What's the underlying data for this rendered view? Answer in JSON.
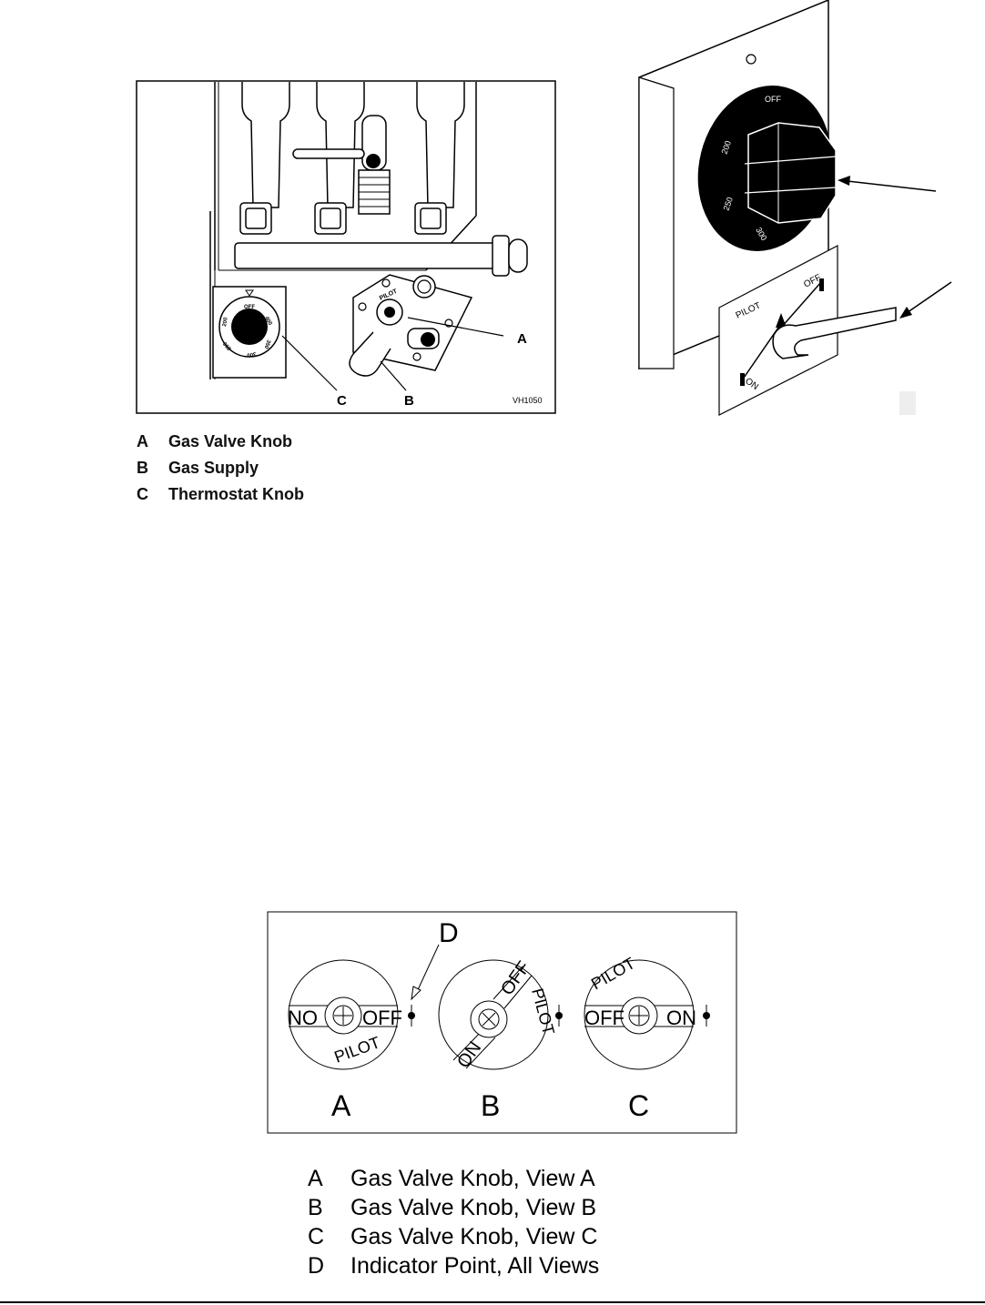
{
  "fig1": {
    "code": "VH1050",
    "callouts": {
      "a": "A",
      "b": "B",
      "c": "C"
    },
    "dial_labels": [
      "OFF",
      "400",
      "350",
      "300",
      "250",
      "200"
    ],
    "valve_label": "PILOT"
  },
  "fig2": {
    "dial_labels": [
      "OFF",
      "200",
      "250",
      "300"
    ],
    "lever_labels": {
      "pilot": "PILOT",
      "off": "OFF",
      "on": "ON"
    }
  },
  "legend1": [
    {
      "key": "A",
      "text": "Gas Valve Knob"
    },
    {
      "key": "B",
      "text": "Gas Supply"
    },
    {
      "key": "C",
      "text": "Thermostat Knob"
    }
  ],
  "fig3": {
    "indicator_label": "D",
    "views": [
      {
        "letter": "A",
        "left": "NO",
        "right": "OFF",
        "arc": "PILOT"
      },
      {
        "letter": "B",
        "on": "ON",
        "off": "OFF",
        "pilot": "PILOT"
      },
      {
        "letter": "C",
        "left": "OFF",
        "right": "ON",
        "arc": "PILOT"
      }
    ]
  },
  "legend2": [
    {
      "key": "A",
      "text": "Gas Valve Knob, View A"
    },
    {
      "key": "B",
      "text": "Gas Valve Knob, View B"
    },
    {
      "key": "C",
      "text": "Gas Valve Knob, View C"
    },
    {
      "key": "D",
      "text": "Indicator Point, All Views"
    }
  ]
}
